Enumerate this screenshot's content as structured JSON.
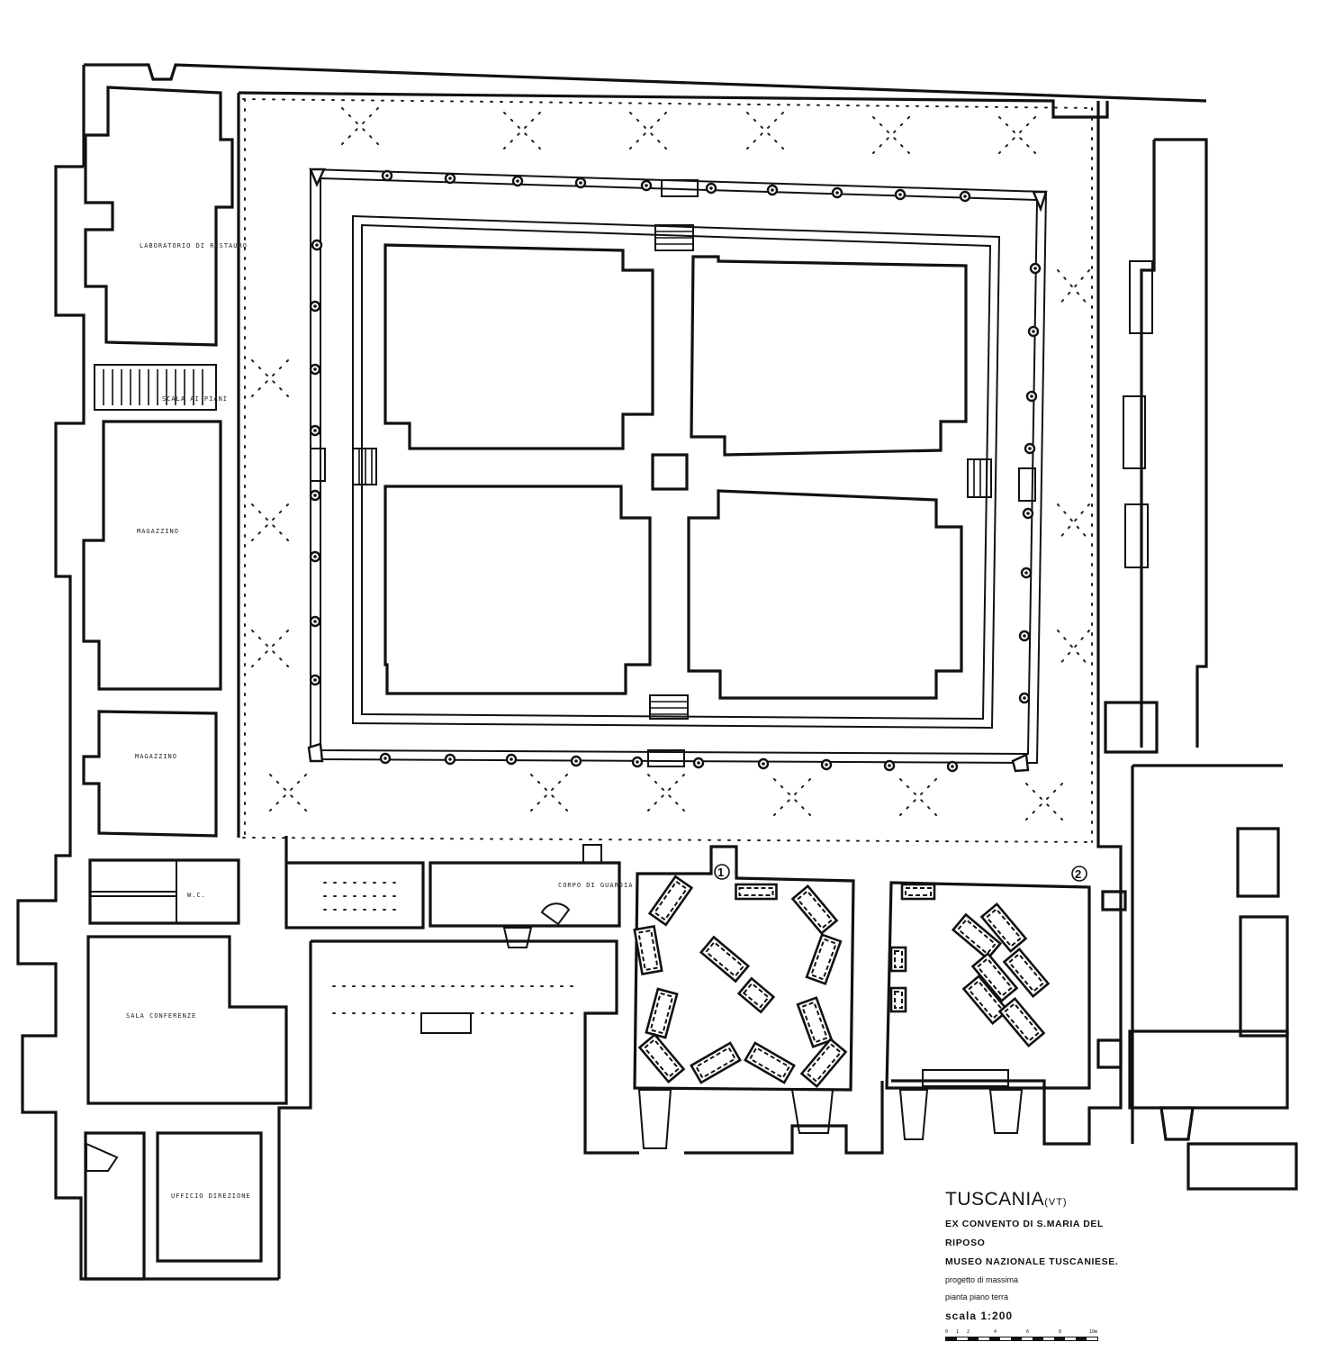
{
  "title_block": {
    "place": "TUSCANIA",
    "place_suffix": "(VT)",
    "line1": "EX CONVENTO DI S.MARIA DEL",
    "line2": "RIPOSO",
    "line3": "MUSEO NAZIONALE TUSCANIESE.",
    "line4": "progetto di massima",
    "line5": "pianta piano terra",
    "scale": "scala  1:200",
    "scale_ticks": [
      "0",
      "1",
      "2",
      "4",
      "6",
      "8",
      "10m"
    ]
  },
  "room_labels": [
    "LABORATORIO DI RESTAURO",
    "SCALA AI PIANI",
    "MAGAZZINO",
    "MAGAZZINO",
    "W.C.",
    "CORPO DI GUARDIA",
    "SALA CONFERENZE",
    "UFFICIO DIREZIONE"
  ],
  "hall_numbers": [
    "1",
    "2"
  ]
}
